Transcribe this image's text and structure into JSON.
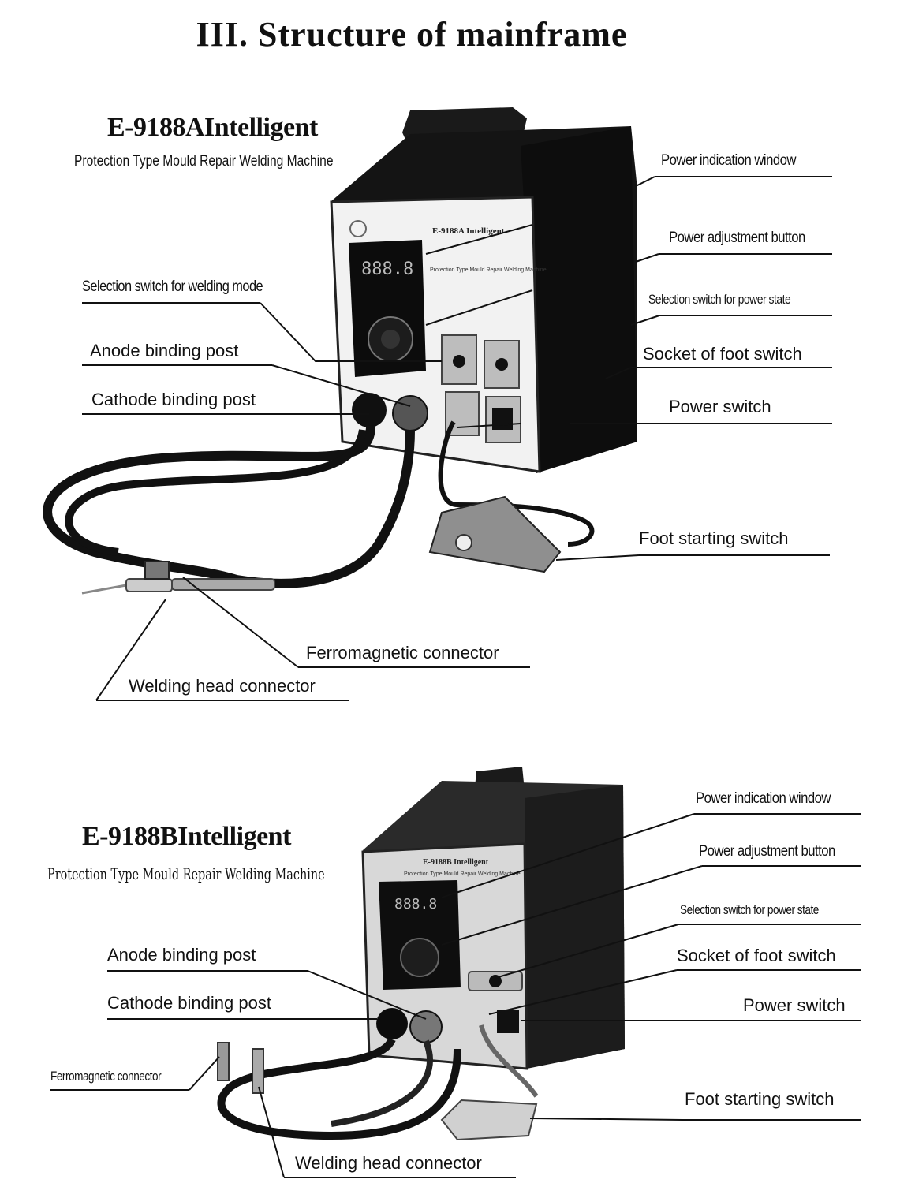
{
  "page_title": "III.  Structure of mainframe",
  "machine_a": {
    "model": "E-9188AIntelligent",
    "subtitle": "Protection Type Mould Repair Welding Machine",
    "panel_text": "E-9188A Intelligent",
    "panel_subtext": "Protection Type Mould Repair Welding Machine",
    "display": "888.8",
    "labels": {
      "power_indication_window": "Power indication window",
      "power_adjustment_button": "Power adjustment button",
      "selection_switch_power_state": "Selection switch for power state",
      "socket_foot_switch": "Socket of foot switch",
      "power_switch": "Power switch",
      "foot_starting_switch": "Foot starting switch",
      "selection_switch_welding_mode": "Selection switch for welding mode",
      "anode_binding_post": "Anode binding post",
      "cathode_binding_post": "Cathode binding post",
      "ferromagnetic_connector": "Ferromagnetic connector",
      "welding_head_connector": "Welding head connector"
    }
  },
  "machine_b": {
    "model": "E-9188BIntelligent",
    "subtitle": "Protection Type Mould Repair Welding Machine",
    "panel_text": "E-9188B Intelligent",
    "panel_subtext": "Protection Type Mould Repair Welding Machine",
    "display": "888.8",
    "labels": {
      "power_indication_window": "Power indication window",
      "power_adjustment_button": "Power adjustment button",
      "selection_switch_power_state": "Selection switch for power state",
      "socket_foot_switch": "Socket of foot switch",
      "power_switch": "Power switch",
      "foot_starting_switch": "Foot starting switch",
      "anode_binding_post": "Anode binding post",
      "cathode_binding_post": "Cathode binding post",
      "ferromagnetic_connector": "Ferromagnetic connector",
      "welding_head_connector": "Welding head connector"
    }
  }
}
